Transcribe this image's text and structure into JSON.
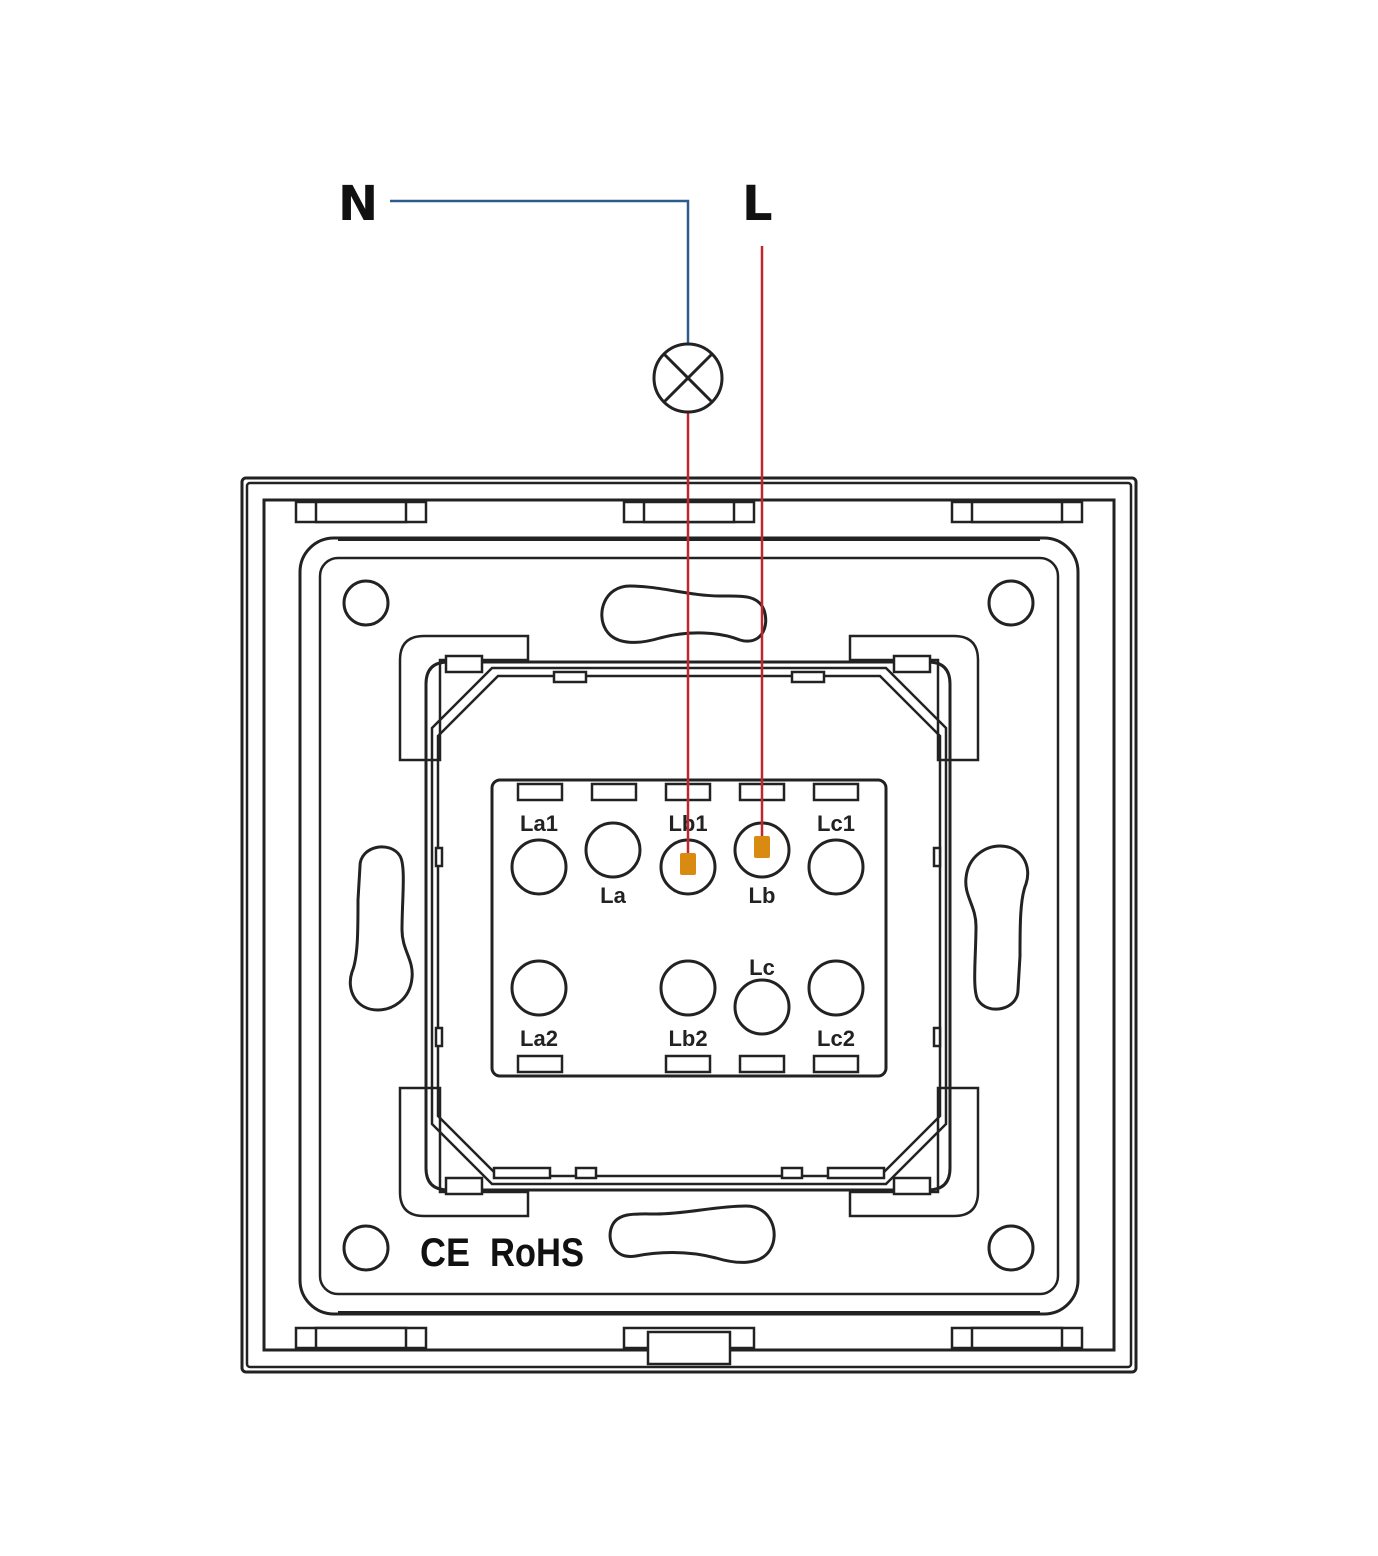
{
  "wires": {
    "neutral": {
      "label": "N",
      "color": "#2e5a8e"
    },
    "live": {
      "label": "L",
      "color": "#c0272d"
    }
  },
  "lamp": {
    "icon": "lamp-icon"
  },
  "terminals": {
    "top_row": [
      "La1",
      "Lb1",
      "Lc1"
    ],
    "middle_row": [
      "La",
      "Lb"
    ],
    "lc": "Lc",
    "bottom_row": [
      "La2",
      "Lb2",
      "Lc2"
    ]
  },
  "certifications": {
    "ce": "CE",
    "rohs": "RoHS"
  },
  "connections": {
    "lamp_to": "Lb1",
    "live_to": "Lb",
    "terminal_marker_color": "#d98a10"
  }
}
